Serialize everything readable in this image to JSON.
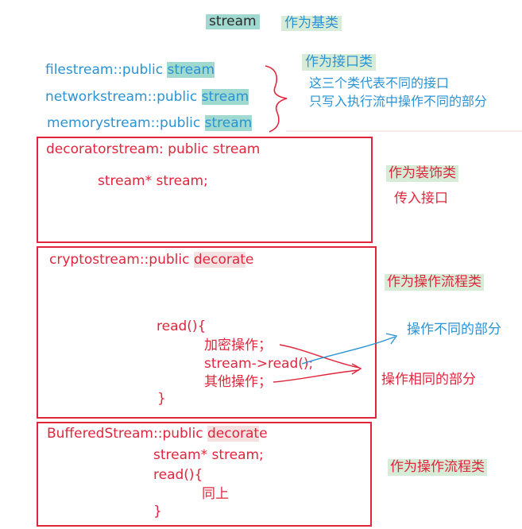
{
  "base": {
    "class_name": "stream",
    "note": "作为基类"
  },
  "interfaces": {
    "items": [
      {
        "prefix": "filestream::public ",
        "base": "stream"
      },
      {
        "prefix": "networkstream::public ",
        "base": "stream"
      },
      {
        "prefix": "memorystream::public ",
        "base": "stream"
      }
    ],
    "note_title": "作为接口类",
    "note_line1": "这三个类代表不同的接口",
    "note_line2": "只写入执行流中操作不同的部分"
  },
  "decorator": {
    "decl": "decoratorstream: public stream",
    "member": "stream* stream;",
    "note_title": "作为装饰类",
    "note_sub": "传入接口"
  },
  "crypto": {
    "prefix": "cryptostream::public ",
    "base_hl": "decorat",
    "base_tail": "e",
    "read_open": "read(){",
    "step1": "加密操作；",
    "step2": "stream->read();",
    "step3": "其他操作；",
    "read_close": "}",
    "note_title": "作为操作流程类",
    "note_diff": "操作不同的部分",
    "note_same": "操作相同的部分"
  },
  "buffered": {
    "prefix": "BufferedStream::public ",
    "base_hl": "decorat",
    "base_tail": "e",
    "member": "stream* stream;",
    "read_open": "read(){",
    "body": "同上",
    "read_close": "}",
    "note_title": "作为操作流程类"
  }
}
